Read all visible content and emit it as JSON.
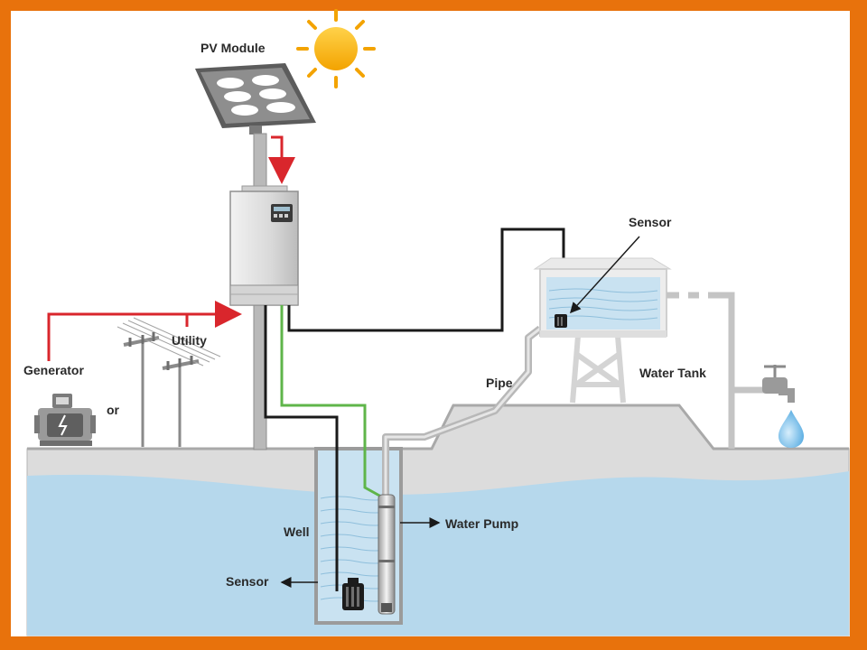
{
  "labels": {
    "pv_module": "PV Module",
    "utility": "Utility",
    "generator": "Generator",
    "or": "or",
    "sensor_tank": "Sensor",
    "water_tank": "Water Tank",
    "pipe": "Pipe",
    "well": "Well",
    "water_pump": "Water Pump",
    "sensor_well": "Sensor"
  },
  "colors": {
    "frame": "#e8720c",
    "background": "#ffffff",
    "ground": "#dcdcdc",
    "water": "#b6d8ec",
    "power_line": "#d9262c",
    "signal_line": "#1a1a1a",
    "pump_cable": "#5fb54a",
    "pipe": "#c8c8c8",
    "sun": "#f7b500"
  },
  "icons": [
    "sun-icon",
    "solar-panel-icon",
    "controller-icon",
    "generator-icon",
    "utility-pole-icon",
    "water-tank-icon",
    "faucet-icon",
    "water-drop-icon",
    "submersible-pump-icon",
    "sensor-icon"
  ]
}
